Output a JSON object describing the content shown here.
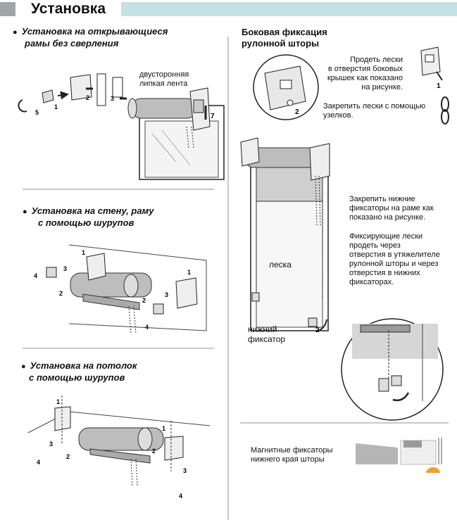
{
  "header": {
    "title": "Установка"
  },
  "left": {
    "section1": {
      "line1": "Установка на открывающиеся",
      "line2": "рамы без сверления"
    },
    "tape_label": {
      "line1": "двусторонняя",
      "line2": "липкая лента"
    },
    "section2": {
      "line1": "Установка на стену, раму",
      "line2": "с помощью шурупов"
    },
    "section3": {
      "line1": "Установка на потолок",
      "line2": "с помощью шурупов"
    }
  },
  "right": {
    "title": {
      "line1": "Боковая фиксация",
      "line2": "рулонной шторы"
    },
    "thread_note": {
      "line1": "Продеть лески",
      "line2": "в отверстия боковых",
      "line3": "крышек как показано",
      "line4": "на рисунке."
    },
    "tie_note": {
      "line1": "Закрепить лески с помощью",
      "line2": "узелков."
    },
    "lower_note": {
      "line1": "Закрепить нижние",
      "line2": "фиксаторы на раме как",
      "line3": "показано на рисунке."
    },
    "pass_note": {
      "line1": "Фиксирующие лески",
      "line2": "продеть через",
      "line3": "отверстия в утяжелителе",
      "line4": "рулонной шторы и через",
      "line5": "отверстия в нижних",
      "line6": "фиксаторах."
    },
    "line_label": "леска",
    "bottom_fix_label": {
      "line1": "нижний",
      "line2": "фиксатор"
    },
    "magnet_note": {
      "line1": "Магнитные фиксаторы",
      "line2": "нижнего края шторы"
    }
  },
  "step_numbers": {
    "n1": "1",
    "n2": "2",
    "n3": "3",
    "n4": "4",
    "n5": "5",
    "n7": "7"
  },
  "colors": {
    "header_teal": "#c3e2e4",
    "header_gray": "#9fa6a8",
    "separator": "#c8c8c8",
    "roller": "#bdbdbd",
    "accent_orange": "#f0a030"
  }
}
